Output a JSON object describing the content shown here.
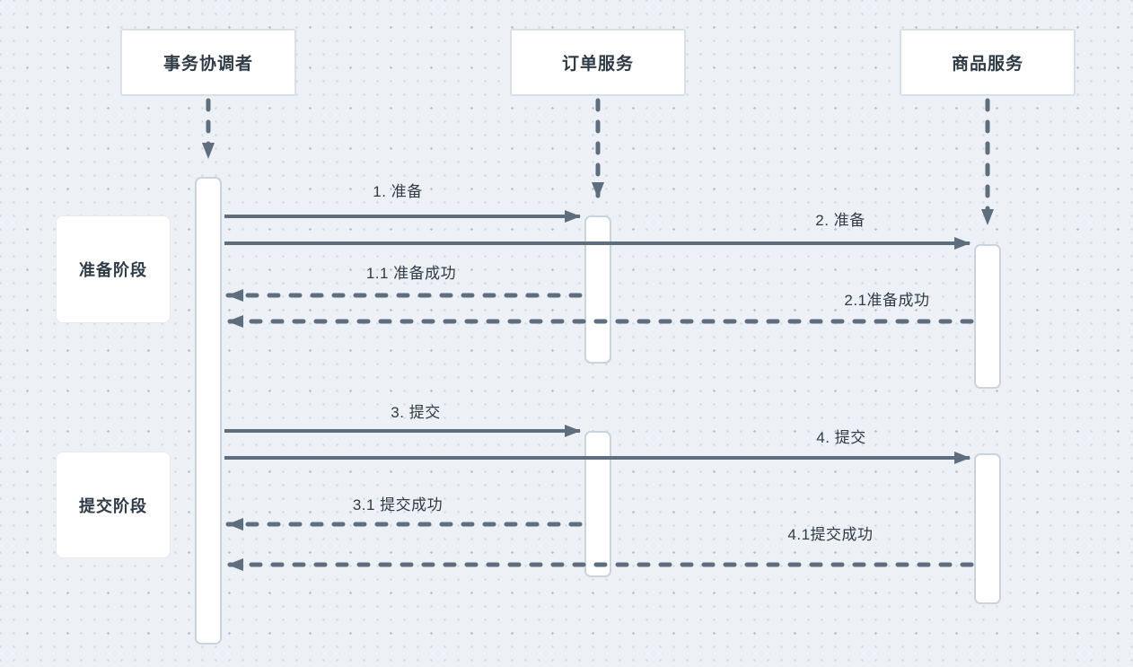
{
  "canvas": {
    "background_color": "#edf0f4",
    "dot_color": "#ccd5e0",
    "arrow_color": "#5e6e7f",
    "text_color": "#2f3b47"
  },
  "diagram_type": "sequence-diagram",
  "actors": [
    {
      "id": "coordinator",
      "label": "事务协调者"
    },
    {
      "id": "order-service",
      "label": "订单服务"
    },
    {
      "id": "product-service",
      "label": "商品服务"
    }
  ],
  "phases": [
    {
      "id": "prepare-phase",
      "label": "准备阶段"
    },
    {
      "id": "commit-phase",
      "label": "提交阶段"
    }
  ],
  "messages": [
    {
      "seq": "1",
      "label": "1. 准备",
      "from": "coordinator",
      "to": "order-service",
      "style": "solid"
    },
    {
      "seq": "2",
      "label": "2. 准备",
      "from": "coordinator",
      "to": "product-service",
      "style": "solid"
    },
    {
      "seq": "1.1",
      "label": "1.1 准备成功",
      "from": "order-service",
      "to": "coordinator",
      "style": "dashed"
    },
    {
      "seq": "2.1",
      "label": "2.1准备成功",
      "from": "product-service",
      "to": "coordinator",
      "style": "dashed"
    },
    {
      "seq": "3",
      "label": "3. 提交",
      "from": "coordinator",
      "to": "order-service",
      "style": "solid"
    },
    {
      "seq": "4",
      "label": "4. 提交",
      "from": "coordinator",
      "to": "product-service",
      "style": "solid"
    },
    {
      "seq": "3.1",
      "label": "3.1 提交成功",
      "from": "order-service",
      "to": "coordinator",
      "style": "dashed"
    },
    {
      "seq": "4.1",
      "label": "4.1提交成功",
      "from": "product-service",
      "to": "coordinator",
      "style": "dashed"
    }
  ]
}
